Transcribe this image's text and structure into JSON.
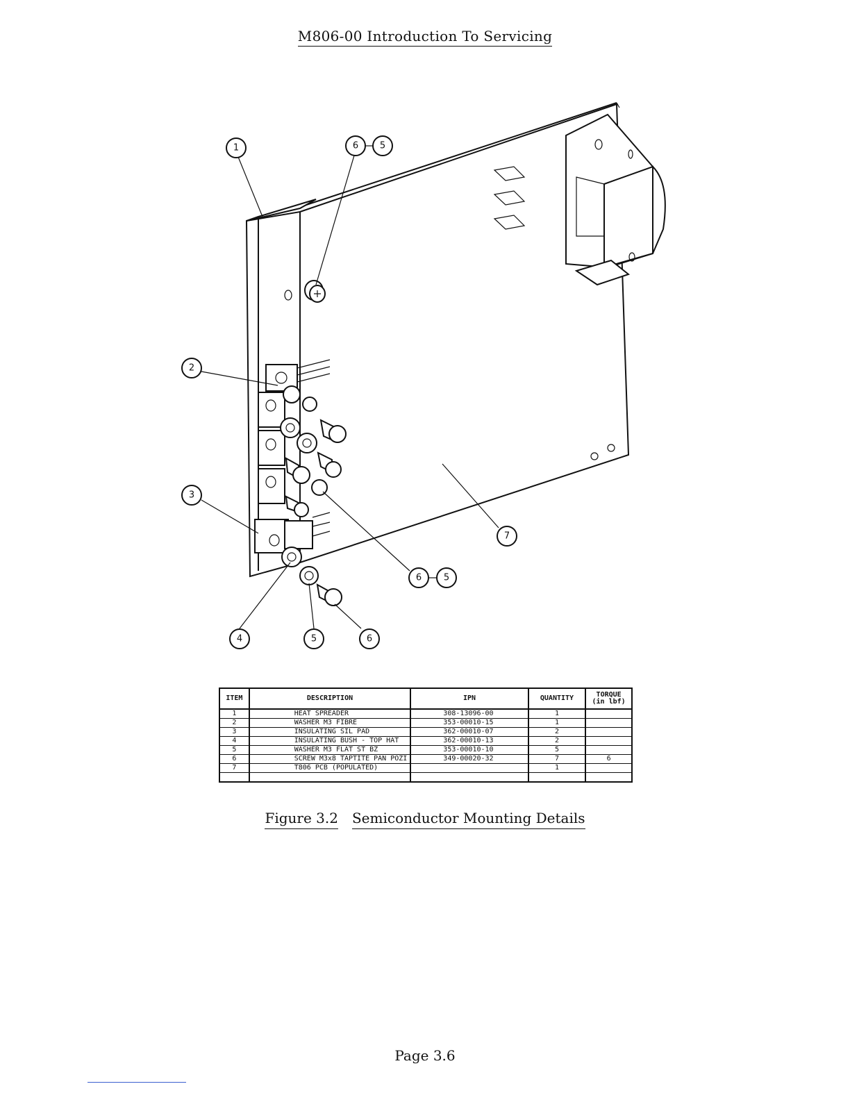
{
  "header": {
    "title": "M806-00 Introduction To Servicing"
  },
  "figure": {
    "callouts": {
      "item1": "1",
      "item2": "2",
      "item3": "3",
      "item4": "4",
      "item5": "5",
      "item6": "6",
      "item7": "7"
    }
  },
  "parts_table": {
    "headers": {
      "item": "ITEM",
      "description": "DESCRIPTION",
      "ipn": "IPN",
      "quantity": "QUANTITY",
      "torque_line1": "TORQUE",
      "torque_line2": "(in lbf)"
    },
    "rows": [
      {
        "item": "1",
        "description": "HEAT SPREADER",
        "ipn": "308-13096-00",
        "quantity": "1",
        "torque": ""
      },
      {
        "item": "2",
        "description": "WASHER M3 FIBRE",
        "ipn": "353-00010-15",
        "quantity": "1",
        "torque": ""
      },
      {
        "item": "3",
        "description": "INSULATING SIL PAD",
        "ipn": "362-00010-07",
        "quantity": "2",
        "torque": ""
      },
      {
        "item": "4",
        "description": "INSULATING BUSH - TOP HAT",
        "ipn": "362-00010-13",
        "quantity": "2",
        "torque": ""
      },
      {
        "item": "5",
        "description": "WASHER M3 FLAT ST BZ",
        "ipn": "353-00010-10",
        "quantity": "5",
        "torque": ""
      },
      {
        "item": "6",
        "description": "SCREW M3x8 TAPTITE PAN POZI",
        "ipn": "349-00020-32",
        "quantity": "7",
        "torque": "6"
      },
      {
        "item": "7",
        "description": "T806 PCB (POPULATED)",
        "ipn": "",
        "quantity": "1",
        "torque": ""
      }
    ]
  },
  "caption": {
    "number": "Figure 3.2",
    "title": "Semiconductor Mounting Details"
  },
  "footer": {
    "page": "Page 3.6"
  }
}
